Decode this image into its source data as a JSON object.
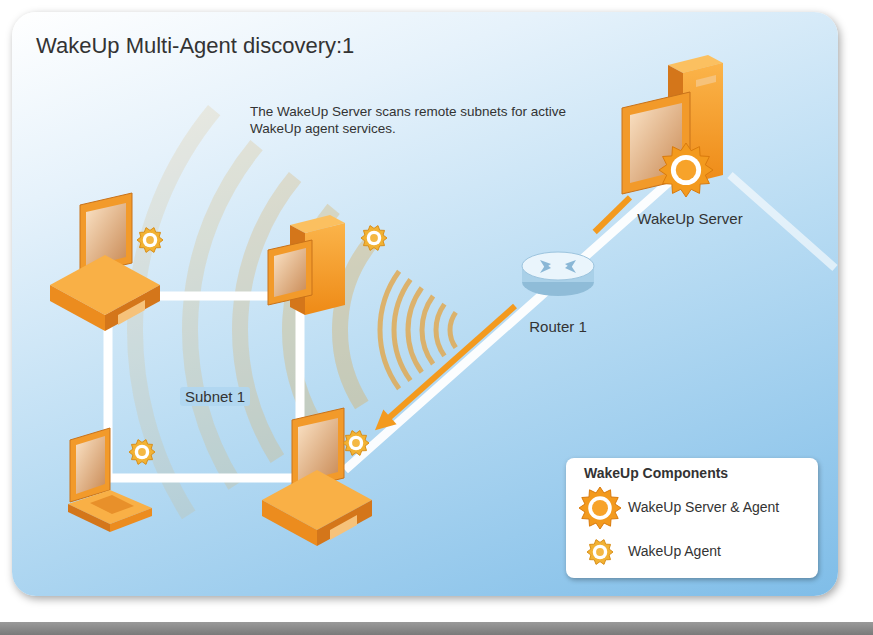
{
  "diagram": {
    "title": "WakeUp Multi-Agent discovery:1",
    "nodes": [
      {
        "text": [
          "WakeUp Server"
        ]
      },
      {
        "text": [
          "Router 1"
        ]
      },
      {
        "text": [
          "Subnet 1"
        ]
      }
    ],
    "edges": [
      {
        "from": 0,
        "to": 1,
        "arrow": "none"
      },
      {
        "from": 1,
        "to": 2,
        "arrow": "to"
      }
    ],
    "labels": [
      "The WakeUp Server scans remote subnets for active WakeUp agent services.",
      "WakeUp Components"
    ],
    "legend": [
      {
        "text": "WakeUp Server & Agent"
      },
      {
        "text": "WakeUp Agent"
      }
    ]
  }
}
